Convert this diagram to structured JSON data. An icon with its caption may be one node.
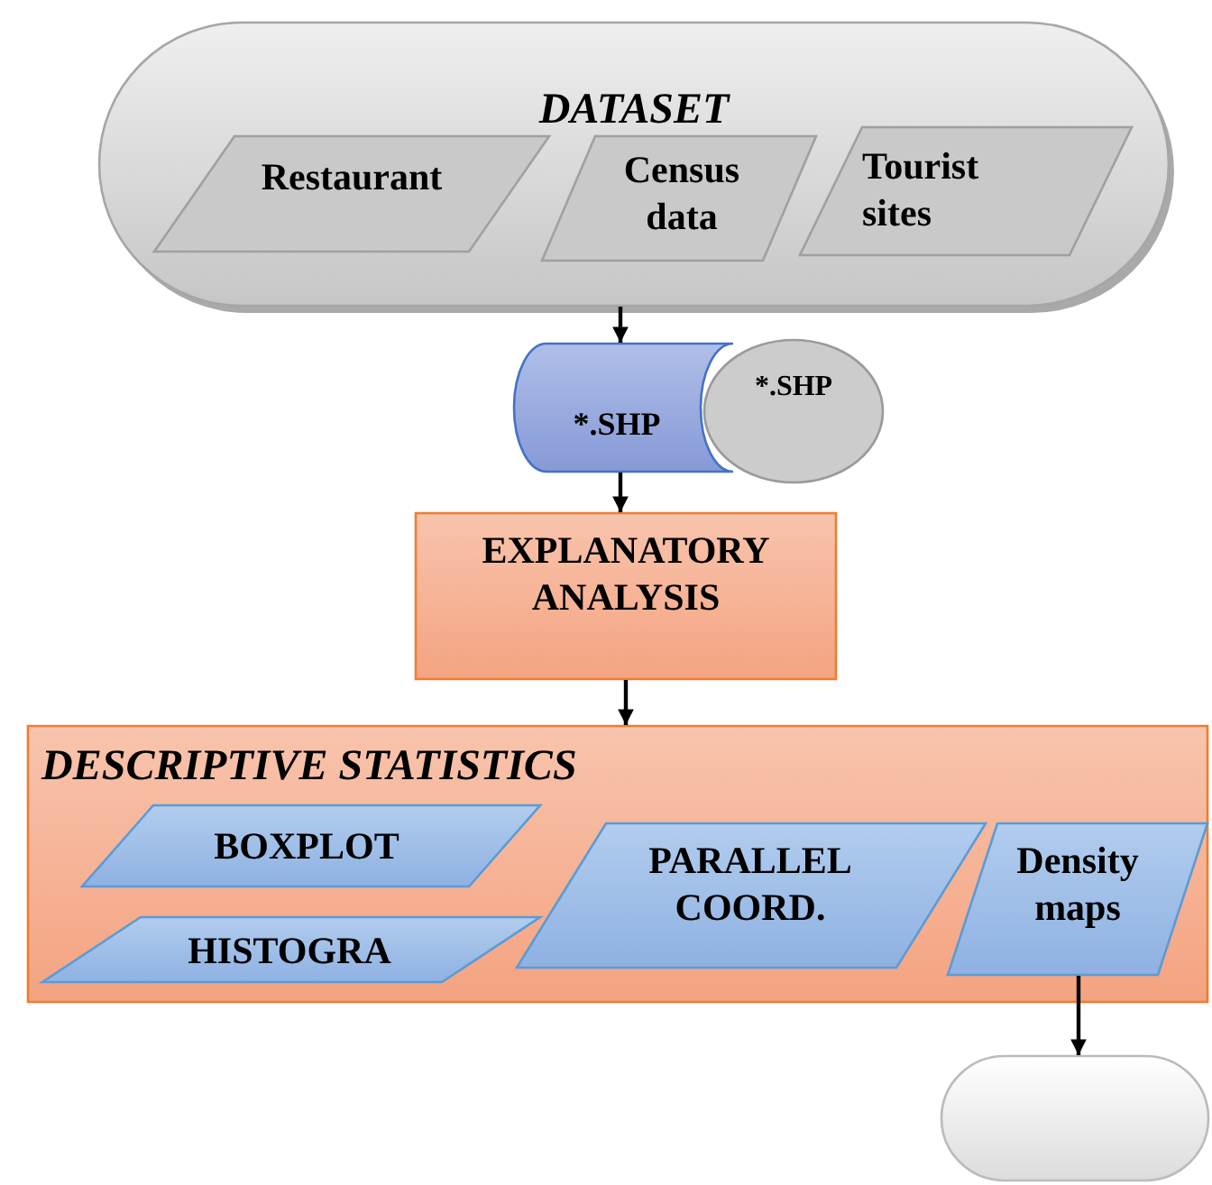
{
  "diagram": {
    "nodes": [
      {
        "text": [
          "DATASET"
        ]
      },
      {
        "text": [
          "Restaurant"
        ],
        "in": 0
      },
      {
        "text": [
          "Census data"
        ],
        "in": 0
      },
      {
        "text": [
          "Tourist sites"
        ],
        "in": 0
      },
      {
        "text": [
          "*.SHP"
        ]
      },
      {
        "text": [
          "*.SHP"
        ]
      },
      {
        "text": [
          "EXPLANATORY ANALYSIS"
        ]
      },
      {
        "text": [
          "DESCRIPTIVE STATISTICS"
        ]
      },
      {
        "text": [
          "BOXPLOT"
        ],
        "in": 7
      },
      {
        "text": [
          "HISTOGRA"
        ],
        "in": 7
      },
      {
        "text": [
          "PARALLEL COORD."
        ],
        "in": 7
      },
      {
        "text": [
          "Density maps"
        ],
        "in": 7
      },
      {
        "text": [],
        "shape": "box"
      }
    ],
    "edges": [
      {
        "from": 0,
        "to": 4,
        "arrow": "to"
      },
      {
        "from": 4,
        "to": 6,
        "arrow": "to"
      },
      {
        "from": 6,
        "to": 7,
        "arrow": "to"
      },
      {
        "from": 11,
        "to": 12,
        "arrow": "to"
      }
    ]
  }
}
